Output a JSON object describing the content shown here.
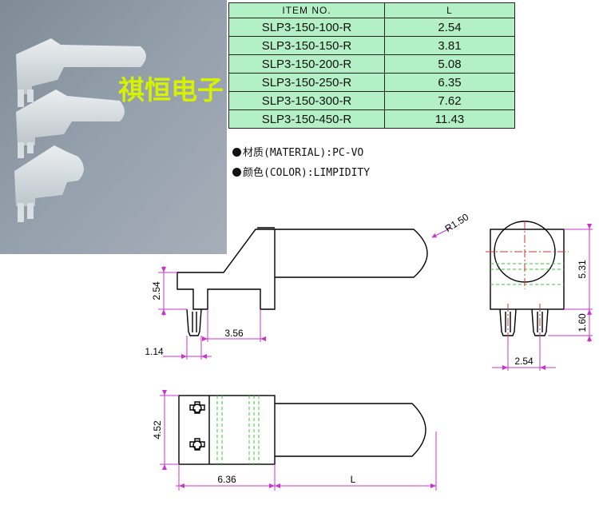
{
  "table": {
    "headers": [
      "ITEM NO.",
      "L"
    ],
    "rows": [
      [
        "SLP3-150-100-R",
        "2.54"
      ],
      [
        "SLP3-150-150-R",
        "3.81"
      ],
      [
        "SLP3-150-200-R",
        "5.08"
      ],
      [
        "SLP3-150-250-R",
        "6.35"
      ],
      [
        "SLP3-150-300-R",
        "7.62"
      ],
      [
        "SLP3-150-450-R",
        "11.43"
      ]
    ]
  },
  "notes": {
    "material": "材质(MATERIAL):PC-VO",
    "color": "颜色(COLOR):LIMPIDITY"
  },
  "watermark": "祺恒电子",
  "dims": {
    "r150": "R1.50",
    "d254_side": "2.54",
    "d356": "3.56",
    "d114": "1.14",
    "d531": "5.31",
    "d160": "1.60",
    "d254_front": "2.54",
    "d452": "4.52",
    "d636": "6.36",
    "dL": "L"
  },
  "colors": {
    "table_bg": "#b3f0c5",
    "watermark": "#d6f200",
    "dimension": "#cc33cc",
    "hidden_line": "#33cc33",
    "center_line": "#cc3333"
  }
}
